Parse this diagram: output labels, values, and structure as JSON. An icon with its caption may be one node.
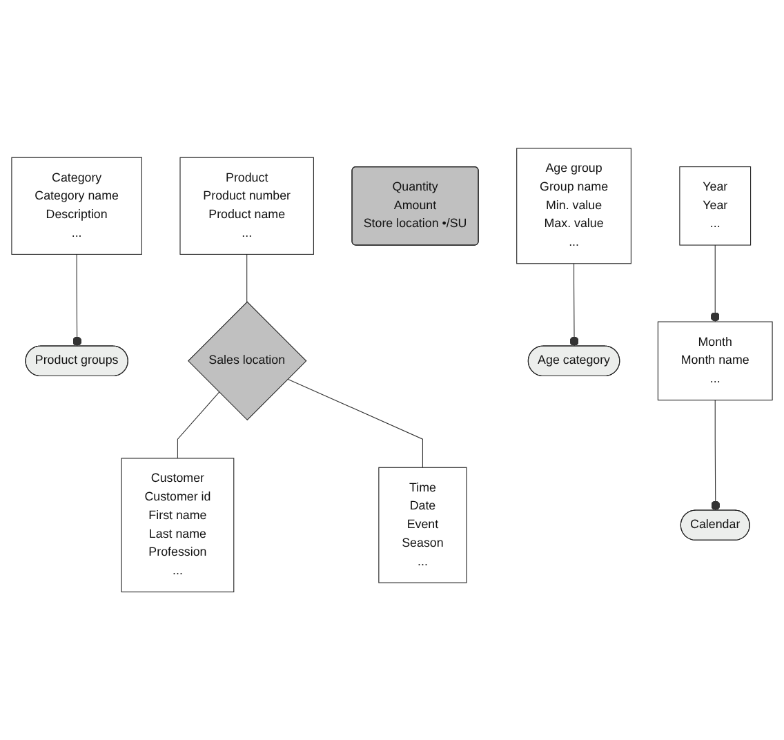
{
  "diagram": {
    "nodes": [
      {
        "text": [
          "Category",
          "Category name",
          "Description",
          "..."
        ]
      },
      {
        "text": [
          "Product groups"
        ]
      },
      {
        "text": [
          "Product",
          "Product number",
          "Product name",
          "..."
        ]
      },
      {
        "text": [
          "Sales location"
        ]
      },
      {
        "text": [
          "Quantity",
          "Amount",
          "Store location •/SU"
        ]
      },
      {
        "text": [
          "Age group",
          "Group name",
          "Min. value",
          "Max. value",
          "..."
        ]
      },
      {
        "text": [
          "Age category"
        ]
      },
      {
        "text": [
          "Customer",
          "Customer id",
          "First name",
          "Last name",
          "Profession",
          "..."
        ]
      },
      {
        "text": [
          "Time",
          "Date",
          "Event",
          "Season",
          "..."
        ]
      },
      {
        "text": [
          "Calendar"
        ]
      },
      {
        "text": [
          "Month",
          "Month name",
          "..."
        ]
      },
      {
        "text": [
          "Year",
          "Year",
          "..."
        ]
      }
    ],
    "edges": [
      {
        "from": 0,
        "to": 1,
        "arrow": "other"
      },
      {
        "from": 5,
        "to": 6,
        "arrow": "other"
      },
      {
        "from": 2,
        "to": 3,
        "arrow": "none"
      },
      {
        "from": 3,
        "to": 7,
        "arrow": "none"
      },
      {
        "from": 3,
        "to": 8,
        "arrow": "none"
      },
      {
        "from": 10,
        "to": 9,
        "arrow": "other"
      },
      {
        "from": 11,
        "to": 10,
        "arrow": "other"
      }
    ]
  }
}
